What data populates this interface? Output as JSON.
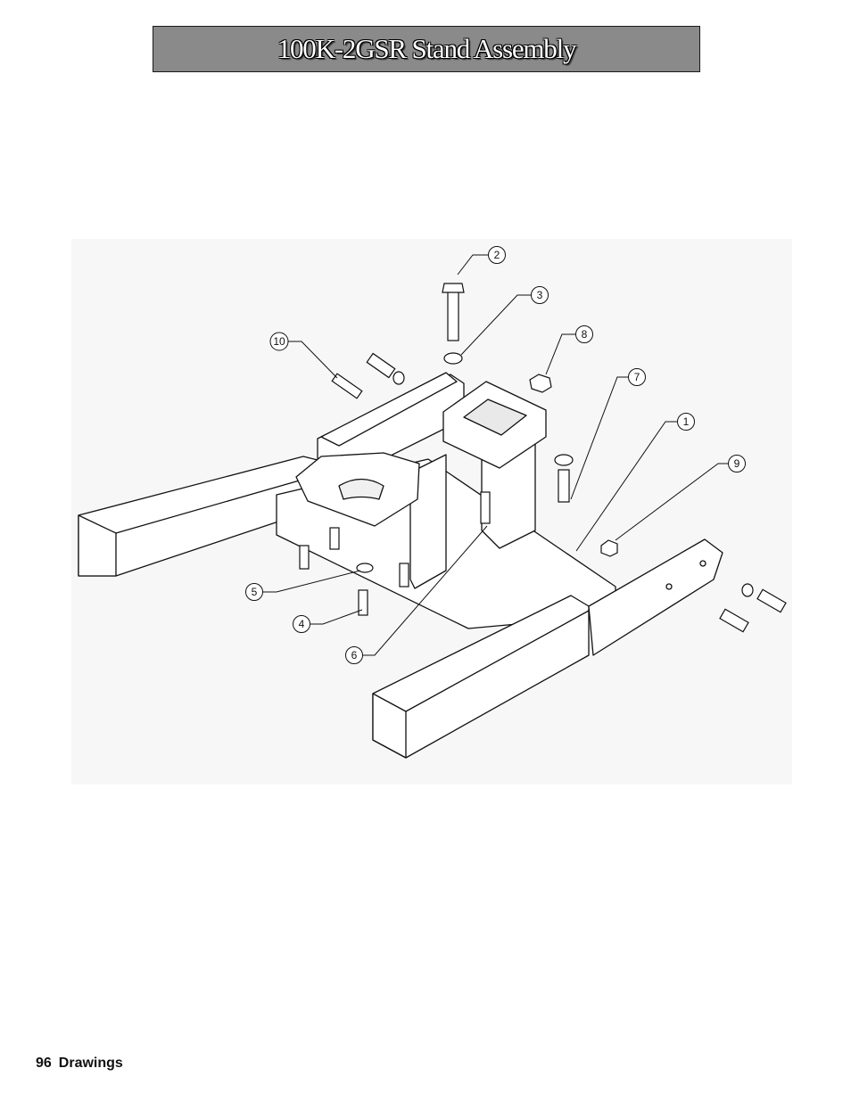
{
  "page": {
    "title": "100K-2GSR Stand Assembly",
    "footer": {
      "page_number": "96",
      "section": "Drawings"
    }
  },
  "callouts": [
    "1",
    "2",
    "3",
    "4",
    "5",
    "6",
    "7",
    "8",
    "9",
    "10"
  ]
}
